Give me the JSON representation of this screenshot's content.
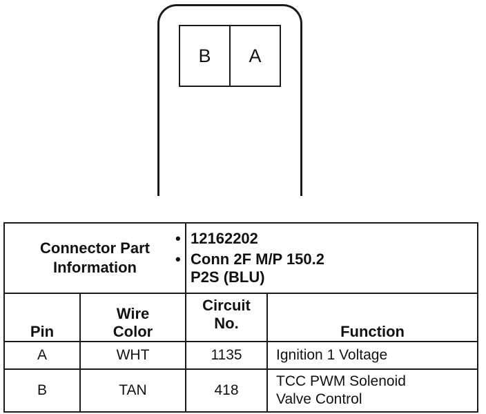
{
  "connector": {
    "pin_left": "B",
    "pin_right": "A"
  },
  "part_info": {
    "label_line1": "Connector Part",
    "label_line2": "Information",
    "items": [
      "12162202",
      "Conn 2F M/P 150.2",
      "P2S (BLU)"
    ]
  },
  "columns": {
    "pin": "Pin",
    "wire_color_1": "Wire",
    "wire_color_2": "Color",
    "circuit_1": "Circuit",
    "circuit_2": "No.",
    "function": "Function"
  },
  "rows": [
    {
      "pin": "A",
      "color": "WHT",
      "circuit": "1135",
      "function_1": "Ignition 1 Voltage",
      "function_2": ""
    },
    {
      "pin": "B",
      "color": "TAN",
      "circuit": "418",
      "function_1": "TCC PWM Solenoid",
      "function_2": "Valve Control"
    }
  ]
}
